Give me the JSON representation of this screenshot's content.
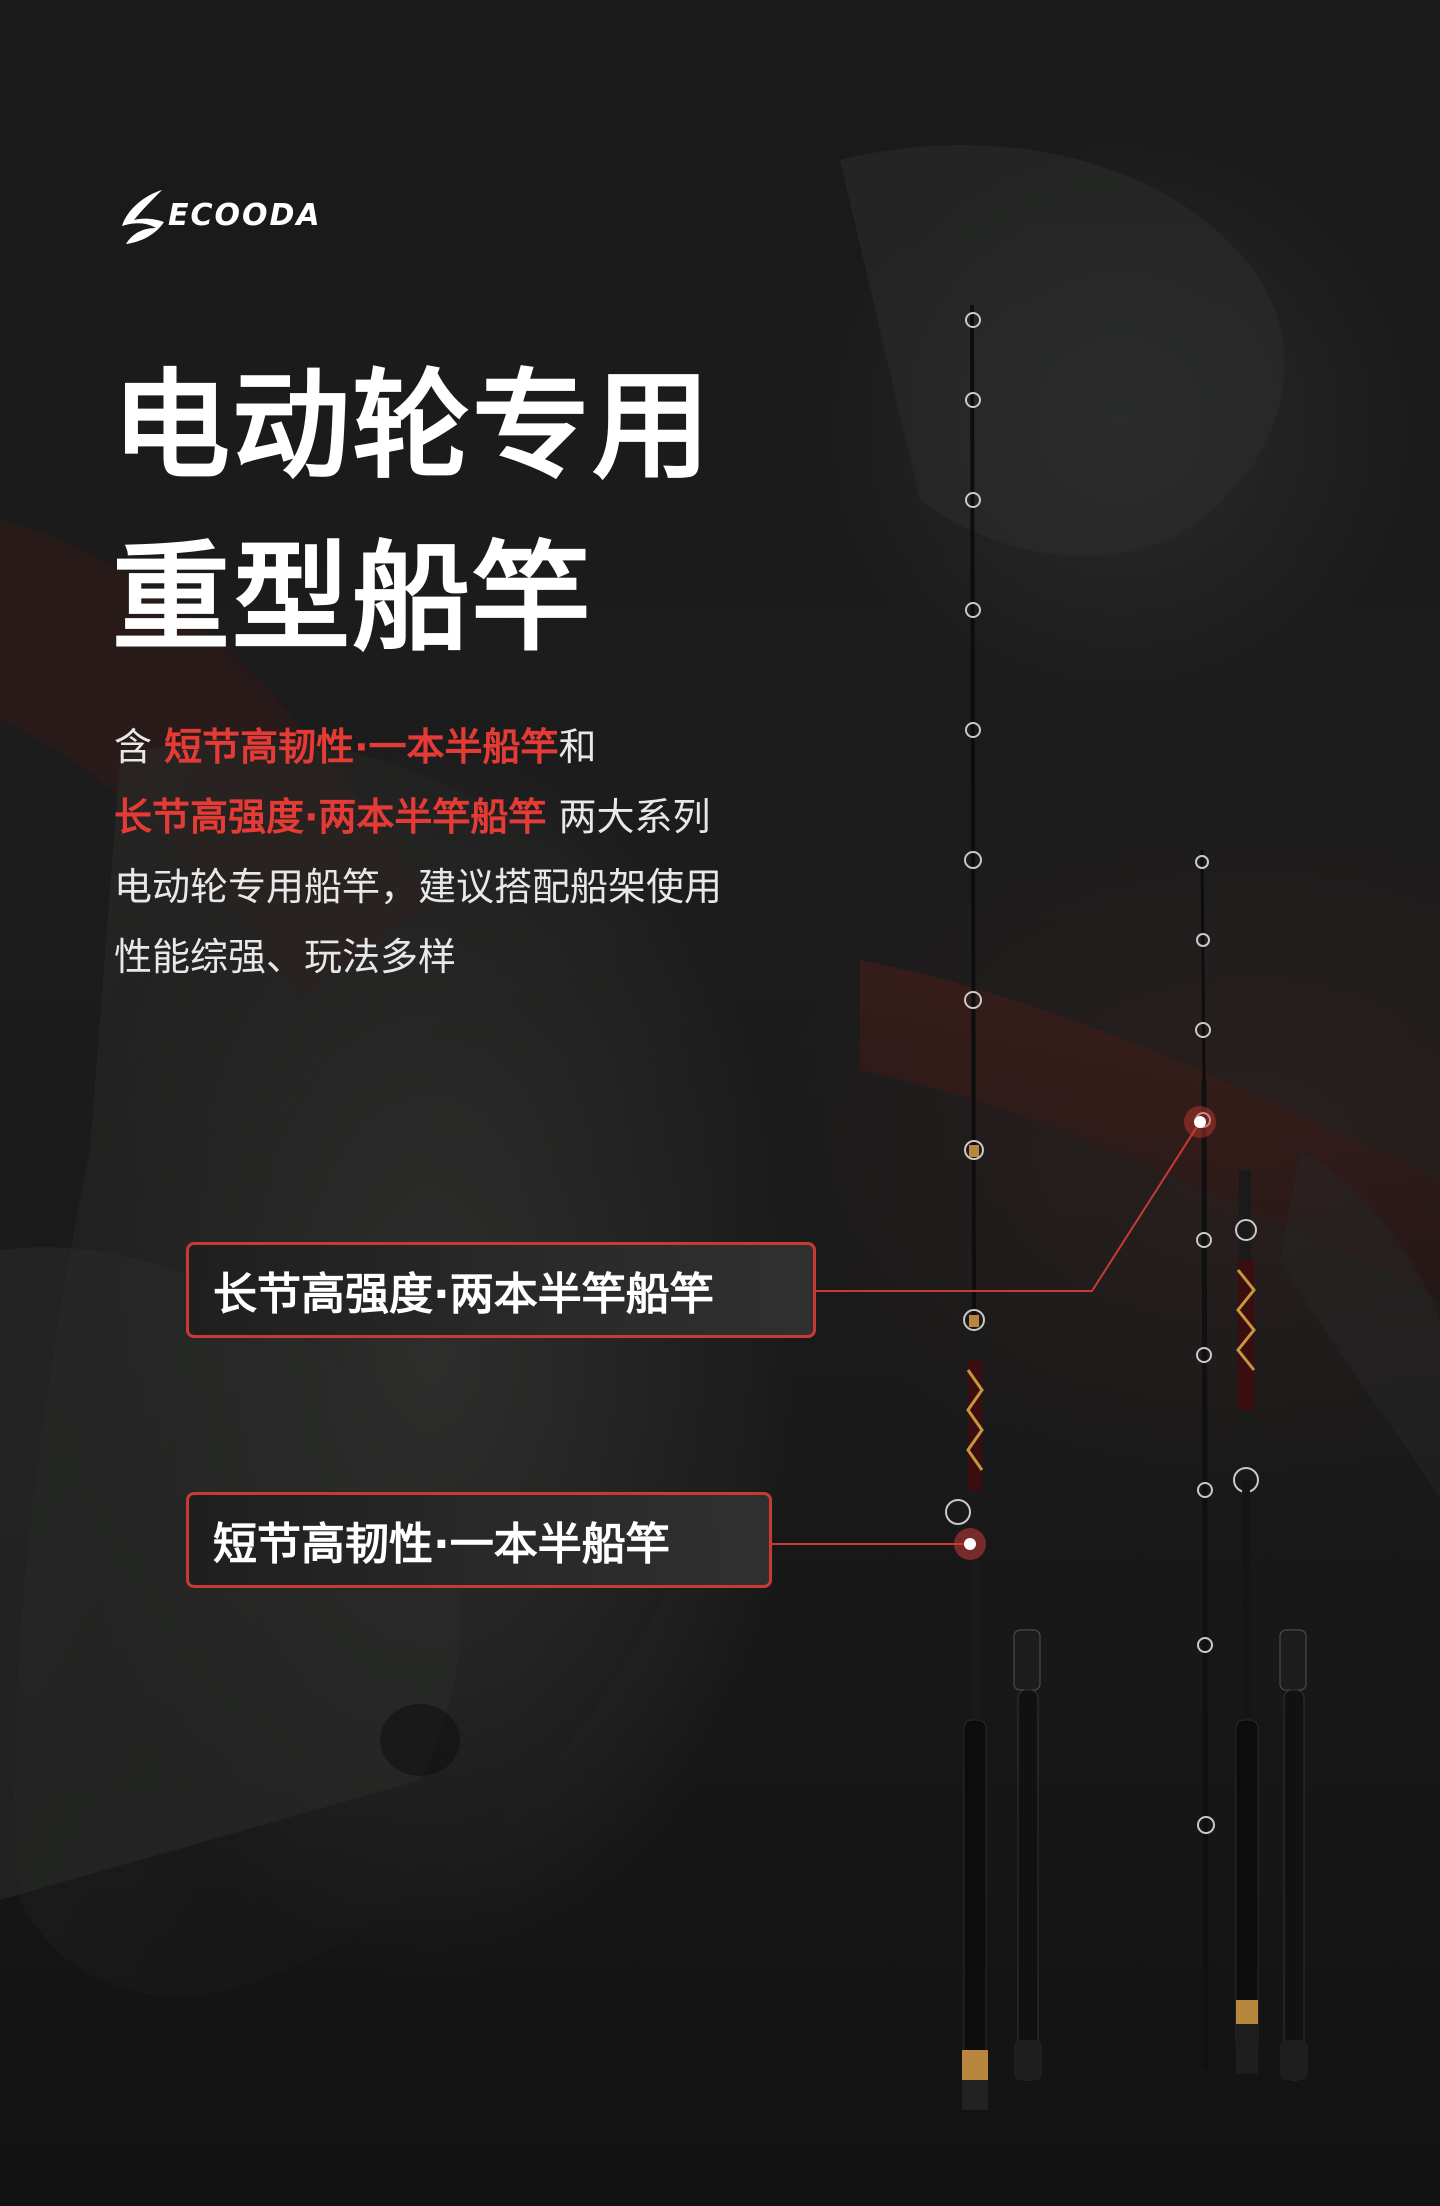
{
  "brand": {
    "name": "ECOODA",
    "icon": "fish-logo-icon"
  },
  "title": {
    "line1": "电动轮专用",
    "line2": "重型船竿"
  },
  "description": {
    "line1_prefix": "含 ",
    "line1_highlight": "短节高韧性·一本半船竿",
    "line1_suffix": "和",
    "line2_highlight": "长节高强度·两本半竿船竿",
    "line2_suffix": " 两大系列",
    "line3": "电动轮专用船竿，建议搭配船架使用",
    "line4": "性能综强、玩法多样"
  },
  "callouts": [
    {
      "label": "长节高强度·两本半竿船竿"
    },
    {
      "label": "短节高韧性·一本半船竿"
    }
  ],
  "colors": {
    "accent": "#e53b36",
    "background": "#151515",
    "text": "#ffffff"
  }
}
